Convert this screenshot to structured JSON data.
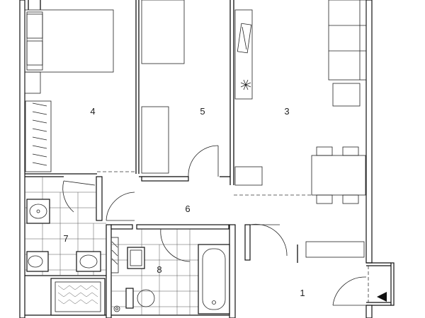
{
  "rooms": [
    {
      "id": "room-1",
      "label": "1"
    },
    {
      "id": "room-3",
      "label": "3"
    },
    {
      "id": "room-4",
      "label": "4"
    },
    {
      "id": "room-5",
      "label": "5"
    },
    {
      "id": "room-6",
      "label": "6"
    },
    {
      "id": "room-7",
      "label": "7"
    },
    {
      "id": "room-8",
      "label": "8"
    }
  ],
  "icons": {
    "entrance_marker": "entrance-arrow-icon",
    "plant": "plant-icon",
    "tv": "tv-icon"
  }
}
